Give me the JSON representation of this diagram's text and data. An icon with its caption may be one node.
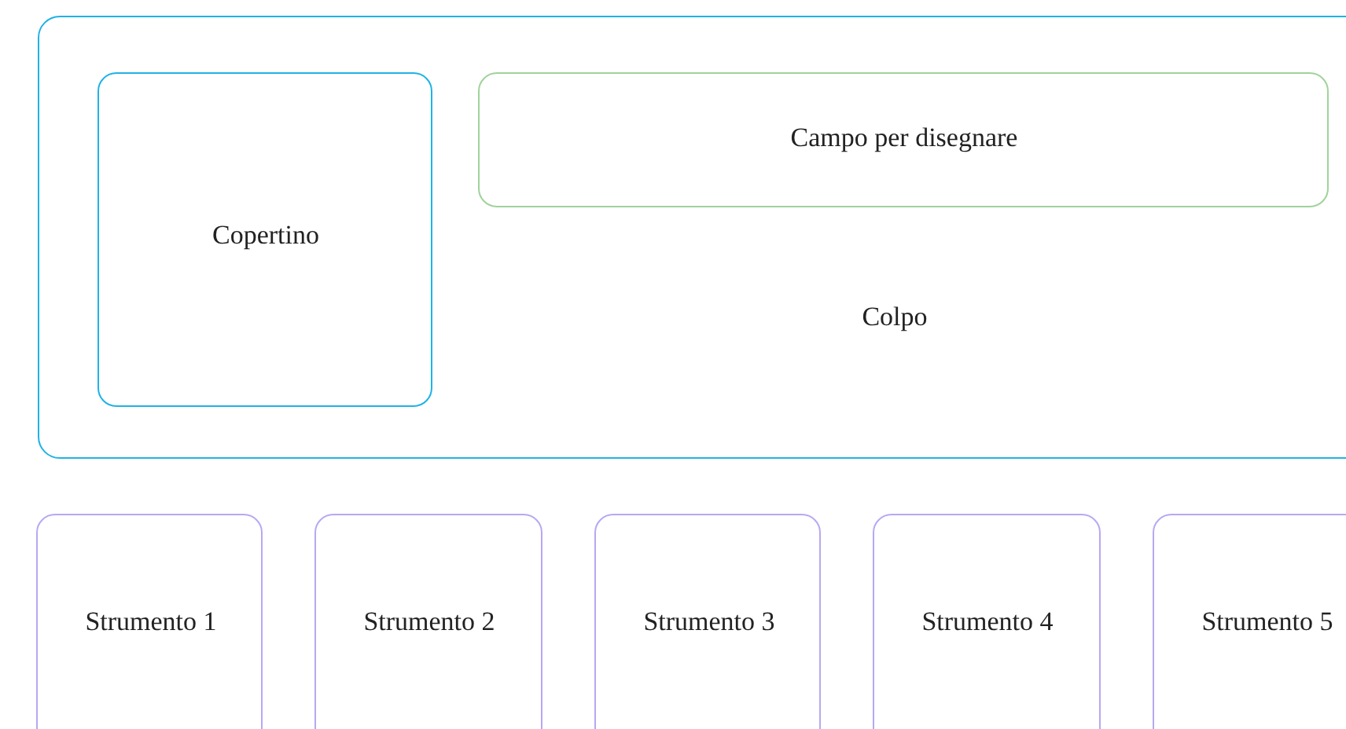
{
  "diagram": {
    "nodes": [
      {
        "text": [
          "Colpo"
        ]
      },
      {
        "text": [
          "Copertino"
        ],
        "in": 0
      },
      {
        "text": [
          "Campo per disegnare"
        ],
        "in": 0
      },
      {
        "text": [
          "Strumento 1"
        ]
      },
      {
        "text": [
          "Strumento 2"
        ]
      },
      {
        "text": [
          "Strumento 3"
        ]
      },
      {
        "text": [
          "Strumento 4"
        ]
      },
      {
        "text": [
          "Strumento 5"
        ]
      }
    ]
  }
}
